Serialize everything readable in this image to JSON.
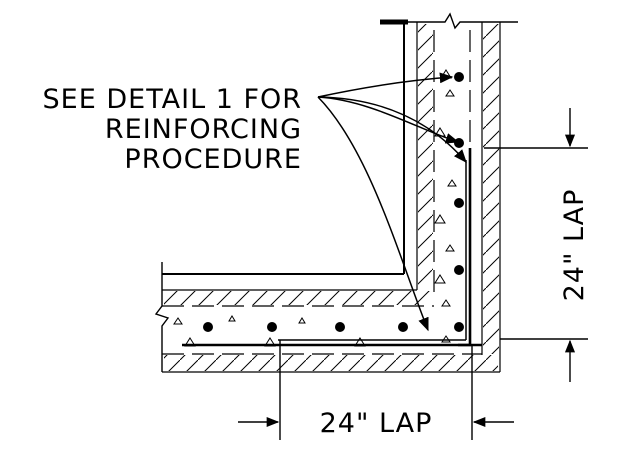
{
  "note": {
    "lines": [
      "SEE DETAIL 1 FOR",
      "REINFORCING",
      "PROCEDURE"
    ]
  },
  "dimensions": {
    "vertical_lap": "24\" LAP",
    "horizontal_lap": "24\" LAP"
  },
  "colors": {
    "line": "#000000",
    "background": "#ffffff"
  }
}
